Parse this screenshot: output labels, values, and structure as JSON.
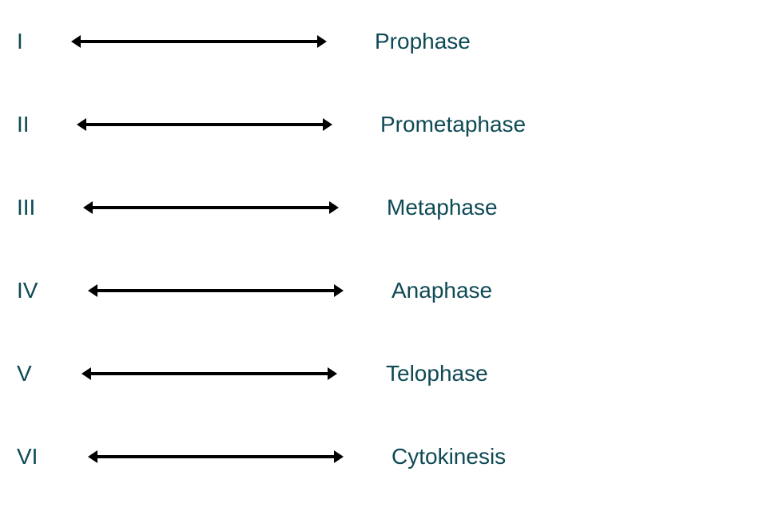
{
  "rows": [
    {
      "numeral": "I",
      "phase": "Prophase"
    },
    {
      "numeral": "II",
      "phase": "Prometaphase"
    },
    {
      "numeral": "III",
      "phase": "Metaphase"
    },
    {
      "numeral": "IV",
      "phase": "Anaphase"
    },
    {
      "numeral": "V",
      "phase": "Telophase"
    },
    {
      "numeral": "VI",
      "phase": "Cytokinesis"
    }
  ],
  "colors": {
    "text": "#0e4a55",
    "arrow": "#000000"
  }
}
